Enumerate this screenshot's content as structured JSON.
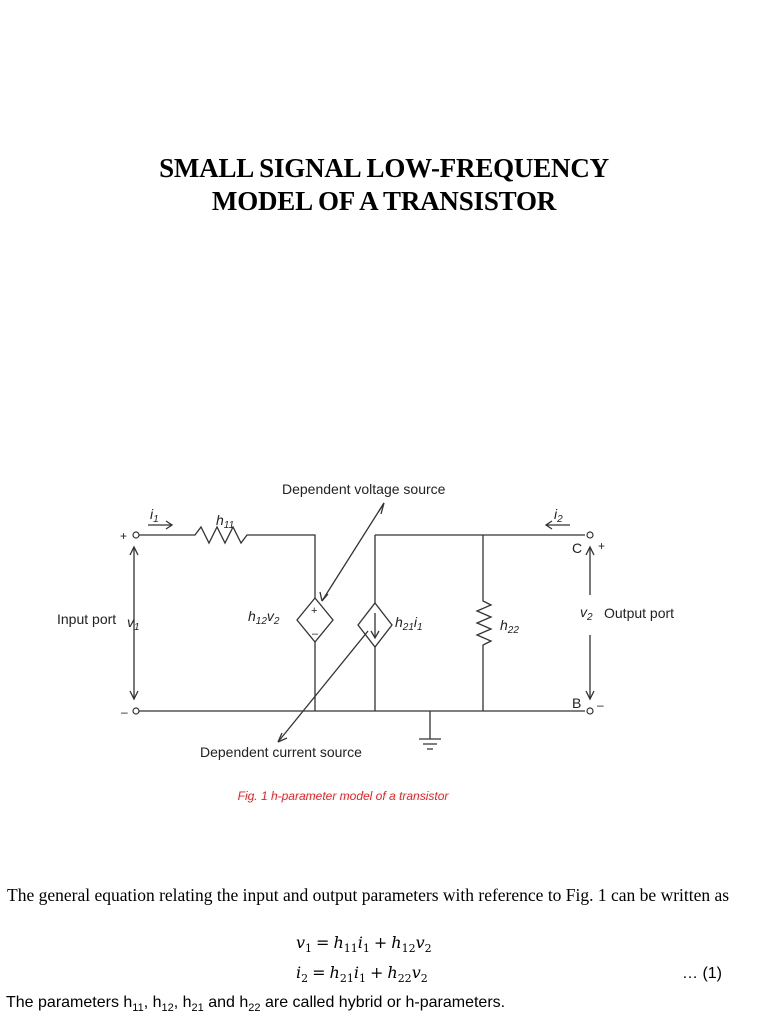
{
  "title": {
    "line1": "SMALL SIGNAL LOW-FREQUENCY",
    "line2": "MODEL OF A TRANSISTOR"
  },
  "figure": {
    "dependent_voltage_source": "Dependent voltage source",
    "dependent_current_source": "Dependent current source",
    "input_port": "Input port",
    "output_port": "Output port",
    "v1": "v",
    "v1_sub": "1",
    "v2": "v",
    "v2_sub": "2",
    "i1": "i",
    "i1_sub": "1",
    "i2": "i",
    "i2_sub": "2",
    "h11": "h",
    "h11_sub": "11",
    "h12v2": "h",
    "h12v2_sub": "12",
    "h12v2_v": "v",
    "h12v2_vsub": "2",
    "h21i1": "h",
    "h21i1_sub": "21",
    "h21i1_i": "i",
    "h21i1_isub": "1",
    "h22": "h",
    "h22_sub": "22",
    "terminal_c": "C",
    "terminal_b": "B",
    "plus": "+",
    "minus": "–"
  },
  "caption": "Fig. 1 h-parameter model of a transistor",
  "paragraph": "The general equation relating the input and output parameters with reference to Fig. 1 can be written as",
  "equation1": {
    "lhs": "v",
    "lhs_sub": "1",
    "eq": "=",
    "t1": "h",
    "t1_sub": "11",
    "t1v": "i",
    "t1v_sub": "1",
    "plus": "+",
    "t2": "h",
    "t2_sub": "12",
    "t2v": "v",
    "t2v_sub": "2"
  },
  "equation2": {
    "lhs": "i",
    "lhs_sub": "2",
    "eq": "=",
    "t1": "h",
    "t1_sub": "21",
    "t1v": "i",
    "t1v_sub": "1",
    "plus": "+",
    "t2": "h",
    "t2_sub": "22",
    "t2v": "v",
    "t2v_sub": "2"
  },
  "equation_number": "… (1)",
  "params": {
    "prefix": "The parameters h",
    "s1": "11",
    "sep1": ", h",
    "s2": "12",
    "sep2": ", h",
    "s3": "21",
    "sep3": " and h",
    "s4": "22",
    "suffix": " are called hybrid or h-parameters."
  }
}
